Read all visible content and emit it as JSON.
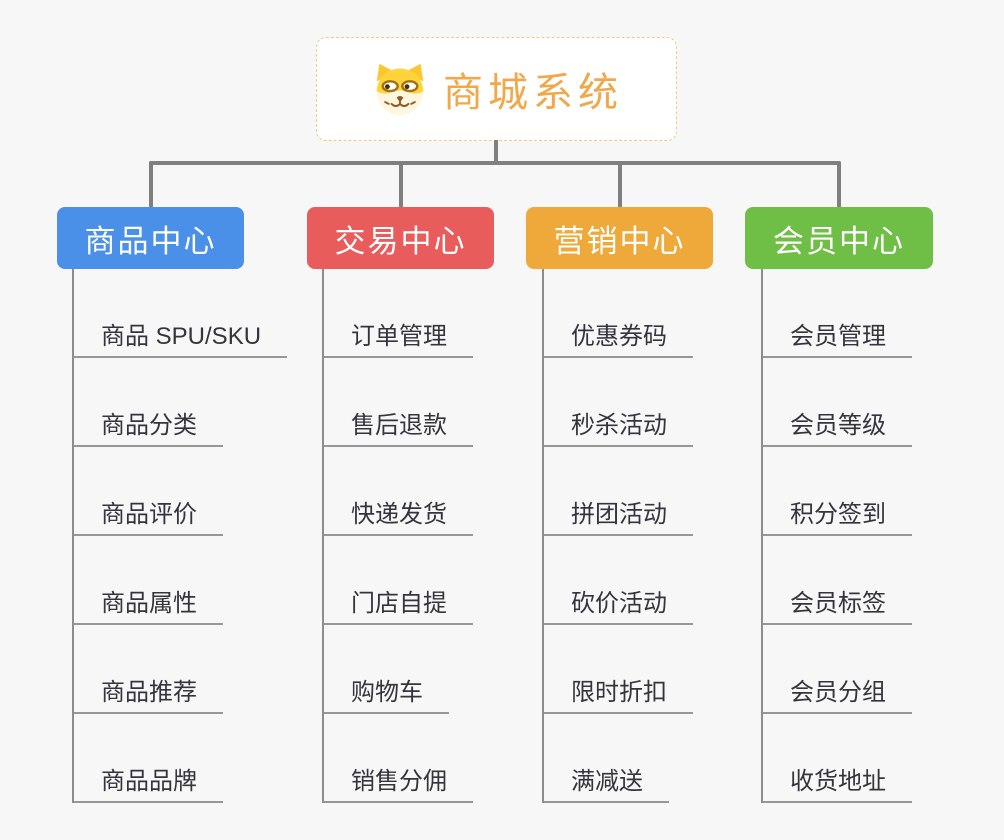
{
  "root": {
    "title": "商城系统",
    "icon": "dog-icon",
    "accent_color": "#F0A84B",
    "border_color": "#F3C683"
  },
  "branches": [
    {
      "id": "products",
      "label": "商品中心",
      "color": "#4A8FE8",
      "items": [
        "商品 SPU/SKU",
        "商品分类",
        "商品评价",
        "商品属性",
        "商品推荐",
        "商品品牌"
      ]
    },
    {
      "id": "trade",
      "label": "交易中心",
      "color": "#E85D5C",
      "items": [
        "订单管理",
        "售后退款",
        "快递发货",
        "门店自提",
        "购物车",
        "销售分佣"
      ]
    },
    {
      "id": "marketing",
      "label": "营销中心",
      "color": "#EFA93B",
      "items": [
        "优惠券码",
        "秒杀活动",
        "拼团活动",
        "砍价活动",
        "限时折扣",
        "满减送"
      ]
    },
    {
      "id": "members",
      "label": "会员中心",
      "color": "#6FBE45",
      "items": [
        "会员管理",
        "会员等级",
        "积分签到",
        "会员标签",
        "会员分组",
        "收货地址"
      ]
    }
  ]
}
